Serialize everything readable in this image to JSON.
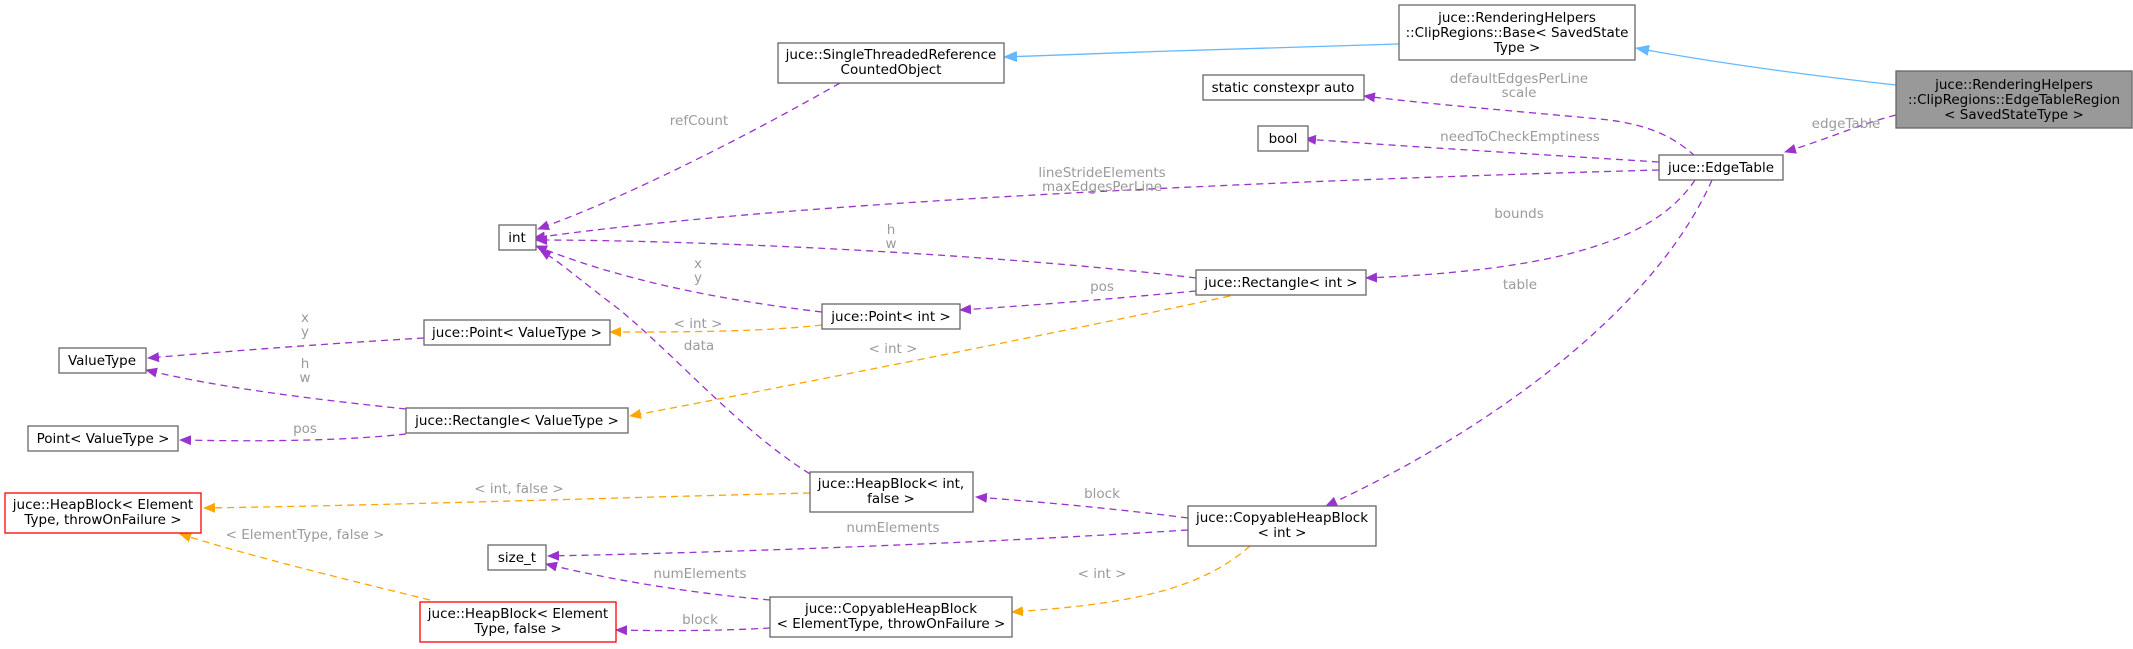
{
  "nodes": {
    "edgetable_region": [
      "juce::RenderingHelpers",
      "::ClipRegions::EdgeTableRegion",
      "< SavedStateType >"
    ],
    "base": [
      "juce::RenderingHelpers",
      "::ClipRegions::Base< SavedState",
      "Type >"
    ],
    "single_threaded": [
      "juce::SingleThreadedReference",
      "CountedObject"
    ],
    "static_constexpr": [
      "static constexpr auto"
    ],
    "bool": [
      "bool"
    ],
    "edgetable": [
      "juce::EdgeTable"
    ],
    "int": [
      "int"
    ],
    "rect_int": [
      "juce::Rectangle< int >"
    ],
    "point_int": [
      "juce::Point< int >"
    ],
    "point_valuetype": [
      "juce::Point< ValueType >"
    ],
    "valuetype": [
      "ValueType"
    ],
    "rect_valuetype": [
      "juce::Rectangle< ValueType >"
    ],
    "point_valuetype_plain": [
      "Point< ValueType >"
    ],
    "heapblock_element": [
      "juce::HeapBlock< Element",
      "Type, throwOnFailure >"
    ],
    "heapblock_int": [
      "juce::HeapBlock< int,",
      "false >"
    ],
    "copyable_int": [
      "juce::CopyableHeapBlock",
      "< int >"
    ],
    "size_t": [
      "size_t"
    ],
    "heapblock_element_false": [
      "juce::HeapBlock< Element",
      "Type, false >"
    ],
    "copyable_element": [
      "juce::CopyableHeapBlock",
      "< ElementType, throwOnFailure >"
    ]
  },
  "edges": {
    "edgetable_to_region": [
      "edgeTable"
    ],
    "defaultedges": [
      "defaultEdgesPerLine",
      "scale"
    ],
    "needtocheck": [
      "needToCheckEmptiness"
    ],
    "linestride": [
      "lineStrideElements",
      "maxEdgesPerLine"
    ],
    "bounds": [
      "bounds"
    ],
    "table": [
      "table"
    ],
    "refcount": [
      "refCount"
    ],
    "hw_int": [
      "h",
      "w"
    ],
    "xy_int": [
      "x",
      "y"
    ],
    "pos_rect": [
      "pos"
    ],
    "int_tmpl_point": [
      "< int >"
    ],
    "xy_valuetype": [
      "x",
      "y"
    ],
    "int_tmpl_rect": [
      "< int >"
    ],
    "data": [
      "data"
    ],
    "hw_valuetype": [
      "h",
      "w"
    ],
    "pos_valuetype": [
      "pos"
    ],
    "int_false": [
      "< int, false >"
    ],
    "block_copyable": [
      "block"
    ],
    "numelements_copyable": [
      "numElements"
    ],
    "elementtype_false": [
      "< ElementType, false >"
    ],
    "int_tmpl_copyable": [
      "< int >"
    ],
    "numelements_element": [
      "numElements"
    ],
    "block_element": [
      "block"
    ]
  }
}
